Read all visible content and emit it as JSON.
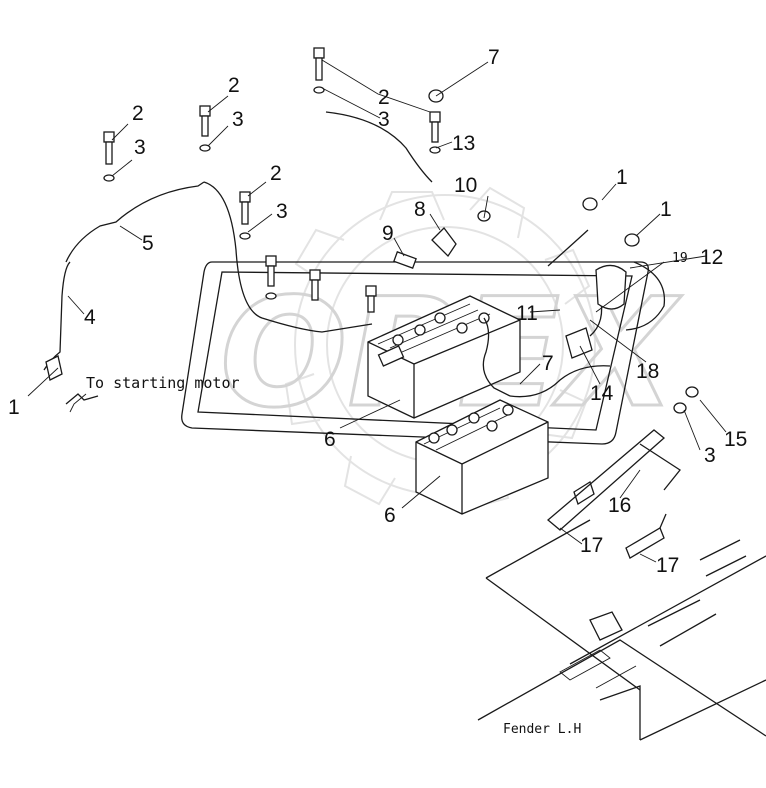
{
  "watermark": {
    "text": "OPEX"
  },
  "notes": {
    "starting_motor": "To starting motor",
    "fender": "Fender L.H"
  },
  "callouts": [
    {
      "id": "c1a",
      "text": "1"
    },
    {
      "id": "c1b",
      "text": "1"
    },
    {
      "id": "c1c",
      "text": "1"
    },
    {
      "id": "c2a",
      "text": "2"
    },
    {
      "id": "c2b",
      "text": "2"
    },
    {
      "id": "c2c",
      "text": "2"
    },
    {
      "id": "c2d",
      "text": "2"
    },
    {
      "id": "c3a",
      "text": "3"
    },
    {
      "id": "c3b",
      "text": "3"
    },
    {
      "id": "c3c",
      "text": "3"
    },
    {
      "id": "c3d",
      "text": "3"
    },
    {
      "id": "c3e",
      "text": "3"
    },
    {
      "id": "c4",
      "text": "4"
    },
    {
      "id": "c5",
      "text": "5"
    },
    {
      "id": "c6a",
      "text": "6"
    },
    {
      "id": "c6b",
      "text": "6"
    },
    {
      "id": "c7a",
      "text": "7"
    },
    {
      "id": "c7b",
      "text": "7"
    },
    {
      "id": "c8",
      "text": "8"
    },
    {
      "id": "c9",
      "text": "9"
    },
    {
      "id": "c10",
      "text": "10"
    },
    {
      "id": "c11",
      "text": "11"
    },
    {
      "id": "c12",
      "text": "12"
    },
    {
      "id": "c13",
      "text": "13"
    },
    {
      "id": "c14",
      "text": "14"
    },
    {
      "id": "c15",
      "text": "15"
    },
    {
      "id": "c16",
      "text": "16"
    },
    {
      "id": "c17a",
      "text": "17"
    },
    {
      "id": "c17b",
      "text": "17"
    },
    {
      "id": "c18",
      "text": "18"
    },
    {
      "id": "c19",
      "text": "19"
    }
  ]
}
